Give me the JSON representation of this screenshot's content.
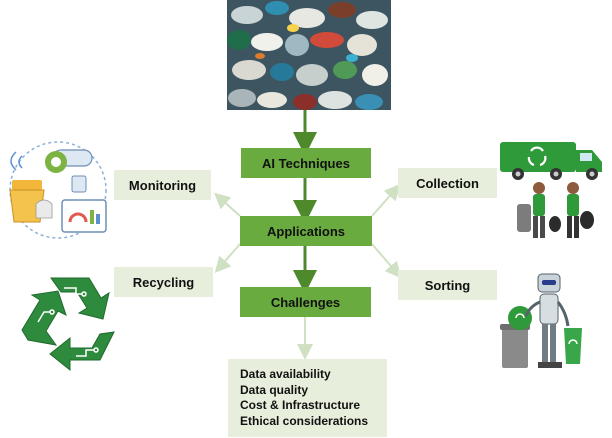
{
  "center": {
    "ai_techniques": "AI Techniques",
    "applications": "Applications",
    "challenges": "Challenges"
  },
  "branches": {
    "monitoring": "Monitoring",
    "recycling": "Recycling",
    "collection": "Collection",
    "sorting": "Sorting"
  },
  "challenges_list": [
    "Data availability",
    "Data quality",
    "Cost & Infrastructure",
    "Ethical considerations"
  ],
  "colors": {
    "dark_box": "#6aab3f",
    "light_box": "#e7efdc",
    "main_arrow": "#4e8a2c",
    "side_connector": "#cfe0c3",
    "truck_green": "#2f9a3a"
  },
  "icons": [
    "plastic-waste-photo",
    "smart-monitoring-icon",
    "recycling-symbol-icon",
    "garbage-truck-icon",
    "waste-workers-icon",
    "robot-sorting-icon"
  ]
}
